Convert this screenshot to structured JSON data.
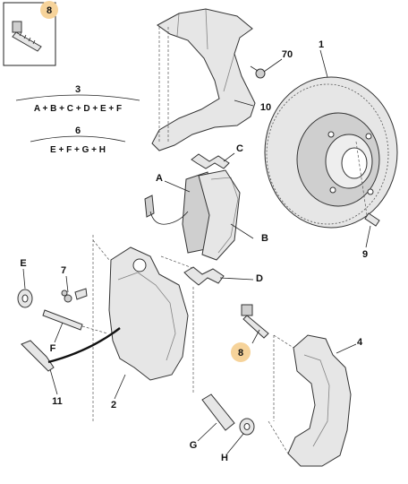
{
  "colors": {
    "highlight": "#f6d39a",
    "line": "#222222",
    "part_fill": "#e6e6e6"
  },
  "legend_box": {
    "number": "8"
  },
  "formulas": [
    {
      "number": "3",
      "expression": "A + B + C + D + E + F"
    },
    {
      "number": "6",
      "expression": "E + F + G + H"
    }
  ],
  "labels": {
    "p1": "1",
    "p70": "70",
    "p10": "10",
    "pC": "C",
    "pA": "A",
    "pB": "B",
    "p9": "9",
    "pE": "E",
    "p7": "7",
    "pD": "D",
    "pF": "F",
    "p8": "8",
    "p4": "4",
    "p11": "11",
    "p2": "2",
    "pG": "G",
    "pH": "H"
  }
}
